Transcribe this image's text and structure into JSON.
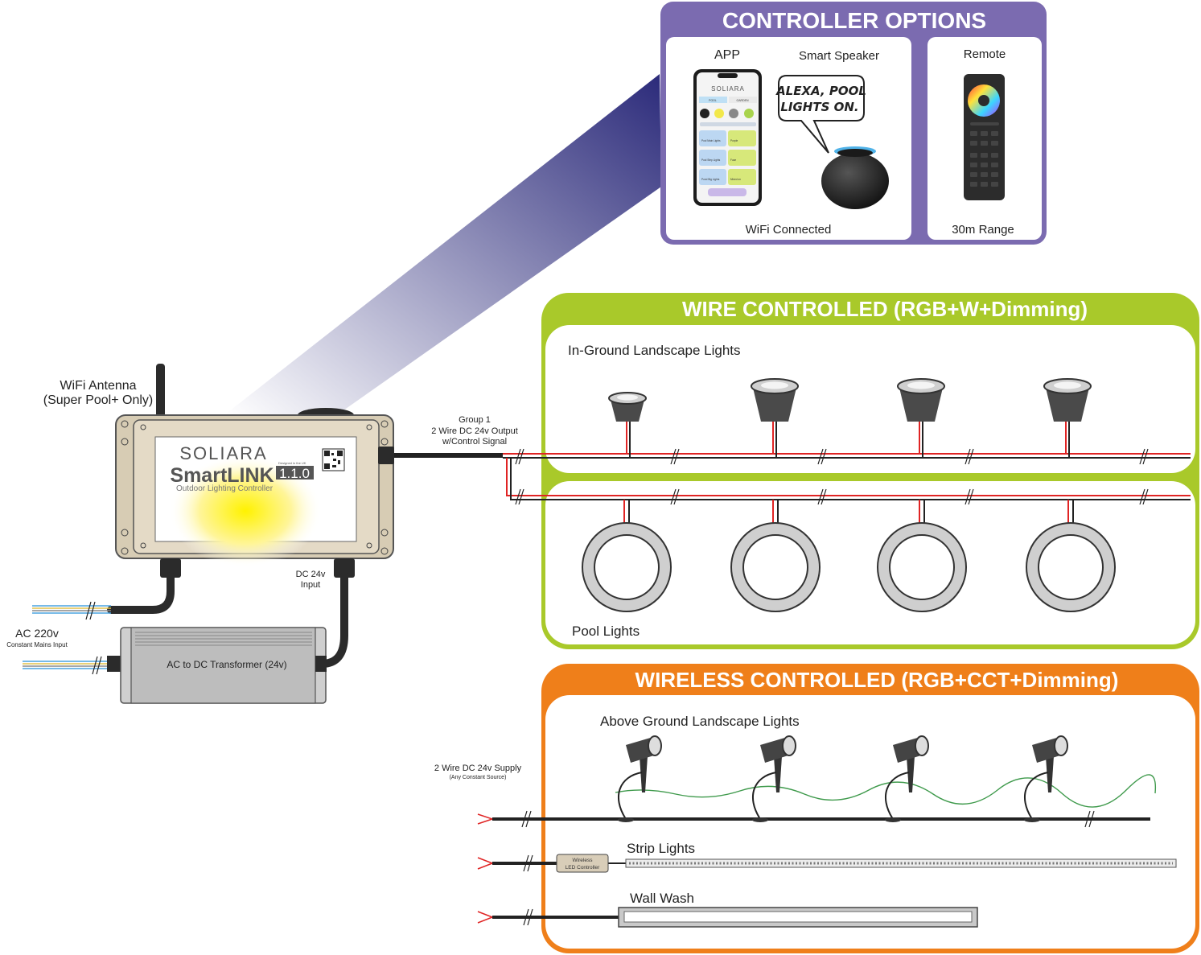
{
  "colors": {
    "controller_purple": "#7b6bb0",
    "wire_green": "#a9c92a",
    "wireless_orange": "#ef7f1a",
    "wire_red": "#e02424",
    "beam_blue": "#2b2a7a"
  },
  "controller_options": {
    "title": "CONTROLLER OPTIONS",
    "app_label": "APP",
    "speaker_label": "Smart Speaker",
    "speech": [
      "ALEXA, POOL",
      "LIGHTS ON."
    ],
    "wifi_label": "WiFi Connected",
    "remote_label": "Remote",
    "range_label": "30m Range",
    "phone_brand": "SOLIARA",
    "phone_tabs": [
      "POOL",
      "GARDEN"
    ],
    "phone_cards": [
      "Pool Main Lights",
      "Purple",
      "Pool Step Lights",
      "Fuse",
      "Pond Big Lights",
      "Mixed on"
    ]
  },
  "device": {
    "antenna_label": [
      "WiFi Antenna",
      "(Super Pool+ Only)"
    ],
    "brand": "SOLIARA",
    "product": "SmartLINK",
    "version": "1.1.0",
    "tagline": "Outdoor Lighting Controller",
    "design_note": "Designed in the UK"
  },
  "group_output": [
    "Group 1",
    "2 Wire DC 24v Output",
    "w/Control Signal"
  ],
  "dc_input": [
    "DC 24v",
    "Input"
  ],
  "ac_input": {
    "main": "AC 220v",
    "sub": "Constant Mains Input"
  },
  "transformer_label": "AC to DC Transformer (24v)",
  "wire_controlled": {
    "title": "WIRE CONTROLLED (RGB+W+Dimming)",
    "inground_label": "In-Ground Landscape Lights",
    "pool_label": "Pool Lights"
  },
  "wireless_controlled": {
    "title": "WIRELESS CONTROLLED (RGB+CCT+Dimming)",
    "above_ground_label": "Above Ground Landscape Lights",
    "supply_label": "2 Wire DC 24v Supply",
    "supply_sub": "(Any Constant Source)",
    "strip_label": "Strip Lights",
    "wireless_ctrl_label": [
      "Wireless",
      "LED Controller"
    ],
    "wall_wash_label": "Wall Wash"
  }
}
